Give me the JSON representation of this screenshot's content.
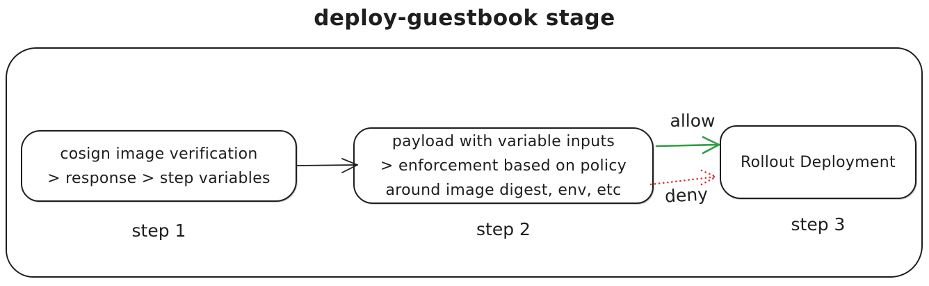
{
  "title": "deploy-guestbook stage",
  "colors": {
    "stroke": "#1e1e1e",
    "allow_green": "#2f9e44",
    "deny_red": "#e03131",
    "background": "#ffffff"
  },
  "steps": [
    {
      "label": "step 1",
      "lines": [
        "cosign image verification",
        "> response > step variables"
      ]
    },
    {
      "label": "step 2",
      "lines": [
        "payload with variable inputs",
        "> enforcement based on policy",
        "around image digest, env, etc"
      ]
    },
    {
      "label": "step 3",
      "lines": [
        "Rollout Deployment"
      ]
    }
  ],
  "edges": {
    "step1_to_step2": {
      "style": "solid",
      "color": "#1e1e1e"
    },
    "allow": {
      "label": "allow",
      "style": "solid",
      "color": "#2f9e44"
    },
    "deny": {
      "label": "deny",
      "style": "dotted",
      "color": "#e03131"
    }
  }
}
